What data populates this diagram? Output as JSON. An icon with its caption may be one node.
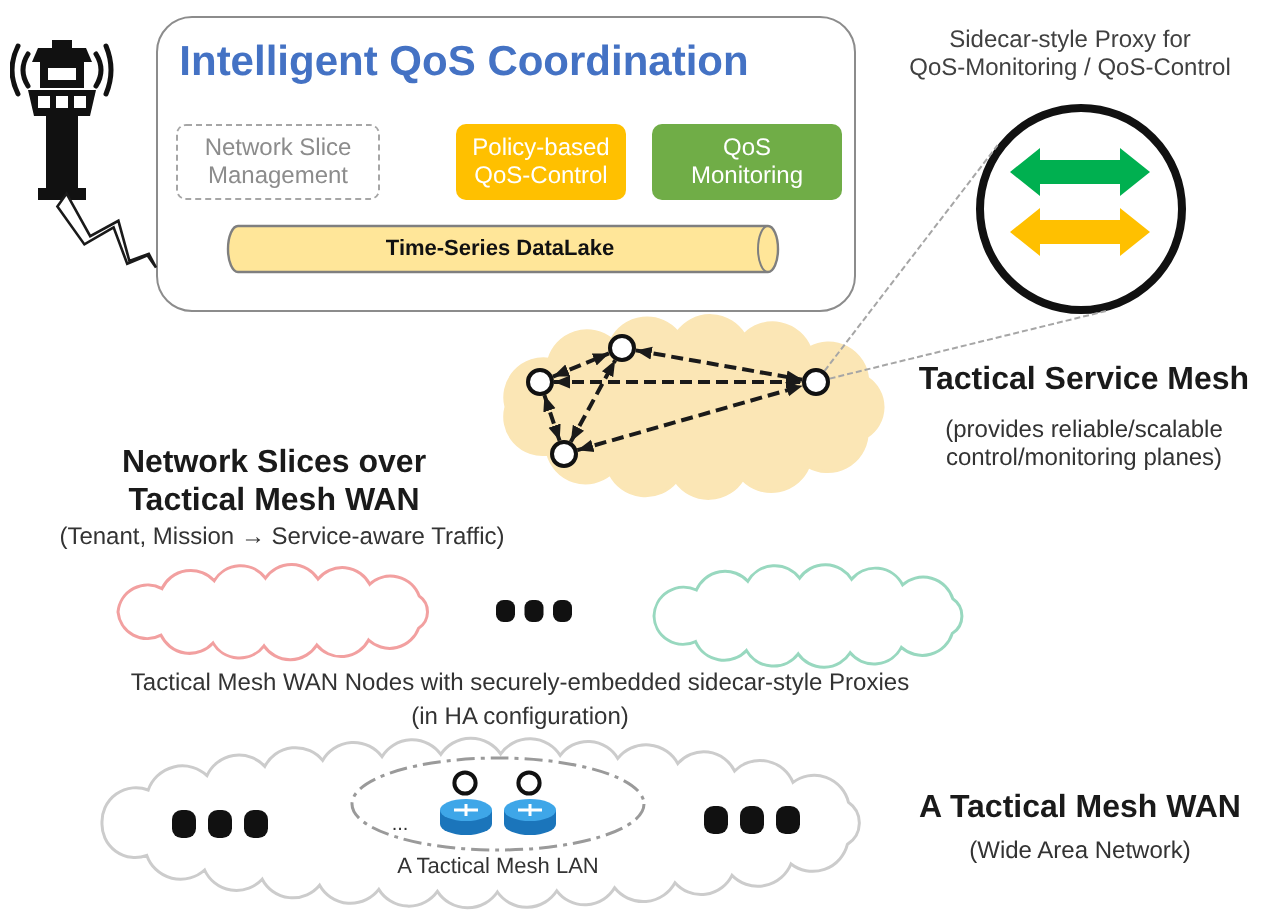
{
  "diagram": {
    "nodes": [
      {
        "text": [],
        "shape": "picture"
      },
      {
        "text": [
          "Intelligent QoS Coordination"
        ]
      },
      {
        "text": [
          "Network Slice Management"
        ],
        "in": 1
      },
      {
        "text": [
          "Policy-based QoS-Control"
        ],
        "in": 1
      },
      {
        "text": [
          "QoS Monitoring"
        ],
        "in": 1
      },
      {
        "text": [
          "Time-Series DataLake"
        ],
        "in": 1
      },
      {
        "text": [
          "Sidecar-style Proxy for QoS-Monitoring / QoS-Control"
        ]
      },
      {
        "text": [
          "Tactical Service Mesh",
          "(provides reliable/scalable control/monitoring planes)"
        ]
      },
      {
        "text": [],
        "shape": "circle",
        "in": 7
      },
      {
        "text": [],
        "shape": "circle",
        "in": 7
      },
      {
        "text": [],
        "shape": "circle",
        "in": 7
      },
      {
        "text": [],
        "shape": "circle",
        "in": 7
      },
      {
        "text": [],
        "shape": "cloud"
      },
      {
        "text": [],
        "shape": "cloud"
      },
      {
        "text": [
          "A Tactical Mesh WAN",
          "(Wide Area Network)"
        ]
      },
      {
        "text": [
          "A Tactical Mesh LAN"
        ],
        "in": 14
      }
    ],
    "edges": [
      {
        "from": 0,
        "to": 1,
        "arrow": "none"
      },
      {
        "from": 8,
        "to": 10,
        "arrow": "both",
        "style": "dashed"
      },
      {
        "from": 8,
        "to": 11,
        "arrow": "both",
        "style": "dashed"
      },
      {
        "from": 8,
        "to": 9,
        "arrow": "both",
        "style": "dashed"
      },
      {
        "from": 9,
        "to": 10,
        "arrow": "both",
        "style": "dashed"
      },
      {
        "from": 9,
        "to": 11,
        "arrow": "both",
        "style": "dashed"
      },
      {
        "from": 10,
        "to": 11,
        "arrow": "both",
        "style": "dashed"
      },
      {
        "from": 11,
        "to": 6,
        "arrow": "none",
        "style": "dashed",
        "color": "#a6a6a6"
      },
      {
        "from": 11,
        "to": 6,
        "arrow": "none",
        "style": "dashed",
        "color": "#a6a6a6"
      }
    ],
    "labels": [
      "Network Slices over Tactical Mesh WAN",
      "(Tenant, Mission → Service-aware Traffic)",
      "Tactical Mesh WAN Nodes with securely-embedded sidecar-style Proxies",
      "(in HA configuration)",
      "..."
    ]
  }
}
